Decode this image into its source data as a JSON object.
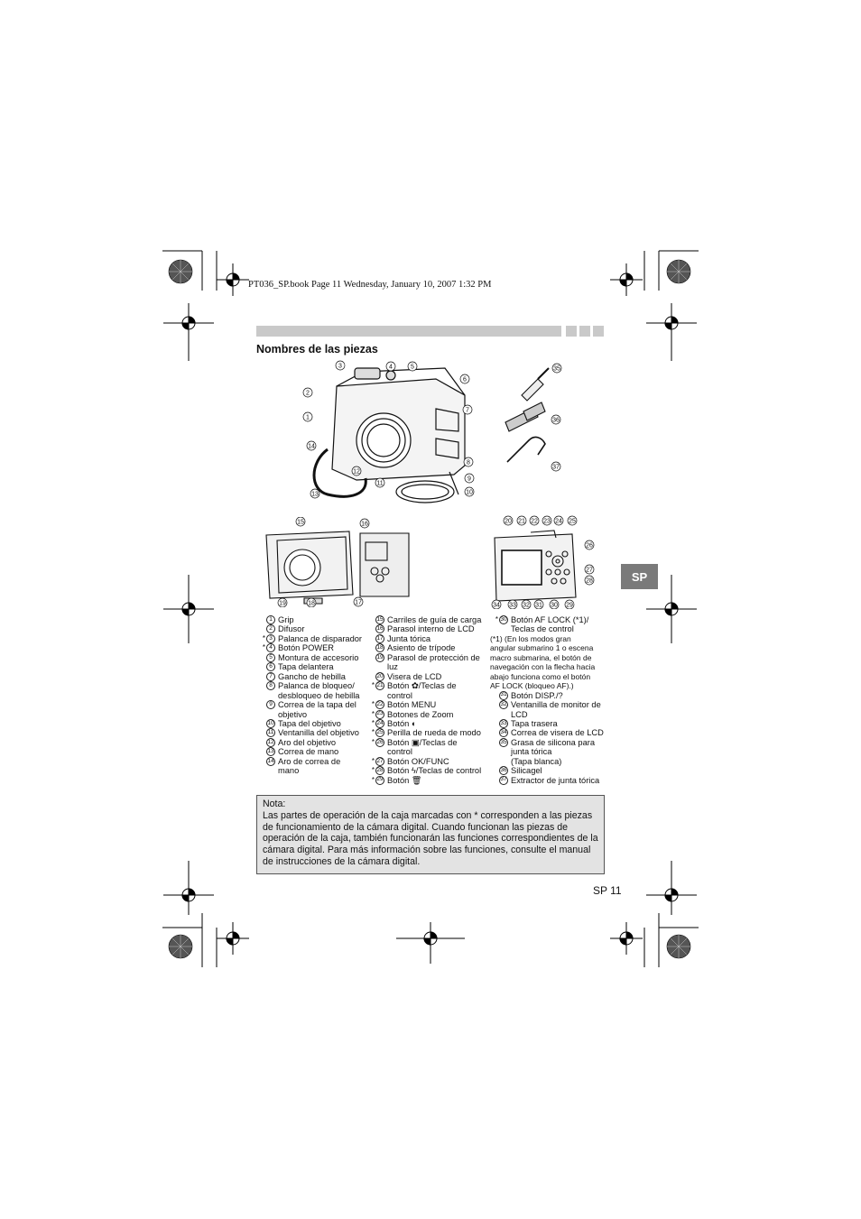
{
  "header": {
    "line": "PT036_SP.book  Page 11  Wednesday, January 10, 2007  1:32 PM"
  },
  "section_title": "Nombres de las piezas",
  "side_tab": "SP",
  "parts_col1": [
    {
      "star": "",
      "n": "1",
      "text": "Grip"
    },
    {
      "star": "",
      "n": "2",
      "text": "Difusor"
    },
    {
      "star": "*",
      "n": "3",
      "text": "Palanca de disparador"
    },
    {
      "star": "*",
      "n": "4",
      "text": "Botón POWER"
    },
    {
      "star": "",
      "n": "5",
      "text": "Montura de accesorio"
    },
    {
      "star": "",
      "n": "6",
      "text": "Tapa delantera"
    },
    {
      "star": "",
      "n": "7",
      "text": "Gancho de hebilla"
    },
    {
      "star": "",
      "n": "8",
      "text": "Palanca de bloqueo/"
    },
    {
      "star": "",
      "n": "",
      "text": "desbloqueo de hebilla"
    },
    {
      "star": "",
      "n": "9",
      "text": "Correa de la tapa del"
    },
    {
      "star": "",
      "n": "",
      "text": "objetivo"
    },
    {
      "star": "",
      "n": "10",
      "text": "Tapa del objetivo"
    },
    {
      "star": "",
      "n": "11",
      "text": "Ventanilla del objetivo"
    },
    {
      "star": "",
      "n": "12",
      "text": "Aro del objetivo"
    },
    {
      "star": "",
      "n": "13",
      "text": "Correa de mano"
    },
    {
      "star": "",
      "n": "14",
      "text": "Aro de correa de"
    },
    {
      "star": "",
      "n": "",
      "text": "mano"
    }
  ],
  "parts_col2": [
    {
      "star": "",
      "n": "15",
      "text": "Carriles de guía de carga"
    },
    {
      "star": "",
      "n": "16",
      "text": "Parasol interno de LCD"
    },
    {
      "star": "",
      "n": "17",
      "text": "Junta tórica"
    },
    {
      "star": "",
      "n": "18",
      "text": "Asiento de trípode"
    },
    {
      "star": "",
      "n": "19",
      "text": "Parasol de protección de"
    },
    {
      "star": "",
      "n": "",
      "text": "luz"
    },
    {
      "star": "",
      "n": "20",
      "text": "Visera de LCD"
    },
    {
      "star": "*",
      "n": "21",
      "text": "Botón ✿/Teclas de"
    },
    {
      "star": "",
      "n": "",
      "text": "control"
    },
    {
      "star": "*",
      "n": "22",
      "text": "Botón MENU"
    },
    {
      "star": "*",
      "n": "23",
      "text": "Botones de Zoom"
    },
    {
      "star": "*",
      "n": "24",
      "text": "Botón ◐"
    },
    {
      "star": "*",
      "n": "25",
      "text": "Perilla de rueda de modo"
    },
    {
      "star": "*",
      "n": "26",
      "text": "Botón ▣/Teclas de"
    },
    {
      "star": "",
      "n": "",
      "text": "control"
    },
    {
      "star": "*",
      "n": "27",
      "text": "Botón OK/FUNC"
    },
    {
      "star": "*",
      "n": "28",
      "text": "Botón ϟ/Teclas de control"
    },
    {
      "star": "*",
      "n": "29",
      "text": "Botón 🗑"
    }
  ],
  "parts_col3": [
    {
      "star": "*",
      "n": "30",
      "text": "Botón AF LOCK (*1)/",
      "small": false
    },
    {
      "star": "",
      "n": "",
      "text": "Teclas de control",
      "small": false
    },
    {
      "star": "",
      "n": "",
      "text": "(*1) (En los modos gran",
      "small": true
    },
    {
      "star": "",
      "n": "",
      "text": "angular submarino 1 o escena",
      "small": true
    },
    {
      "star": "",
      "n": "",
      "text": "macro submarina, el botón de",
      "small": true
    },
    {
      "star": "",
      "n": "",
      "text": "navegación con la flecha hacia",
      "small": true
    },
    {
      "star": "",
      "n": "",
      "text": "abajo funciona como el botón",
      "small": true
    },
    {
      "star": "",
      "n": "",
      "text": "AF LOCK (bloqueo AF).)",
      "small": true
    },
    {
      "star": "",
      "n": "31",
      "text": "Botón DISP./?",
      "small": false
    },
    {
      "star": "",
      "n": "32",
      "text": "Ventanilla de monitor de",
      "small": false
    },
    {
      "star": "",
      "n": "",
      "text": "LCD",
      "small": false
    },
    {
      "star": "",
      "n": "33",
      "text": "Tapa trasera",
      "small": false
    },
    {
      "star": "",
      "n": "34",
      "text": "Correa de visera de LCD",
      "small": false
    },
    {
      "star": "",
      "n": "35",
      "text": "Grasa de silicona para",
      "small": false
    },
    {
      "star": "",
      "n": "",
      "text": "junta tórica",
      "small": false
    },
    {
      "star": "",
      "n": "",
      "text": "(Tapa blanca)",
      "small": false
    },
    {
      "star": "",
      "n": "36",
      "text": "Silicagel",
      "small": false
    },
    {
      "star": "",
      "n": "37",
      "text": "Extractor de junta tórica",
      "small": false
    }
  ],
  "note": {
    "heading": "Nota:",
    "body": "Las partes de operación de la caja marcadas con * corresponden a las piezas de funcionamiento de la cámara digital. Cuando funcionan las piezas de operación de la caja, también funcionarán las funciones correspondientes de la cámara digital. Para más información sobre las funciones, consulte el manual de instrucciones de la cámara digital."
  },
  "page_number": "SP 11",
  "callouts_top": [
    "1",
    "2",
    "3",
    "4",
    "5",
    "6",
    "7",
    "8",
    "9",
    "10",
    "11",
    "12",
    "13",
    "14",
    "35",
    "36",
    "37"
  ],
  "callouts_bottom": [
    "15",
    "16",
    "17",
    "18",
    "19",
    "20",
    "21",
    "22",
    "23",
    "24",
    "25",
    "26",
    "27",
    "28",
    "29",
    "30",
    "31",
    "32",
    "33",
    "34"
  ]
}
